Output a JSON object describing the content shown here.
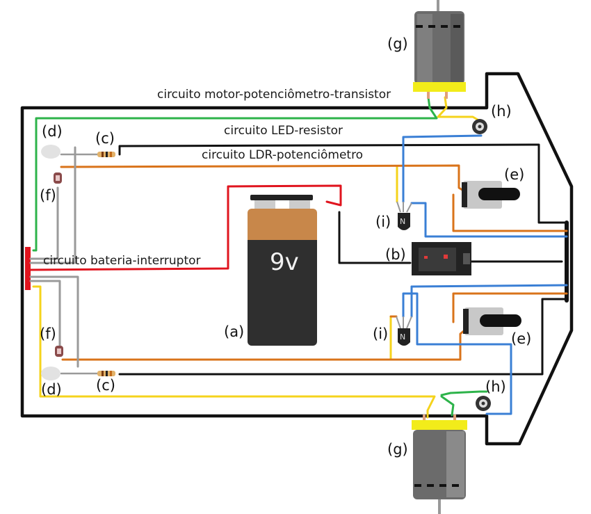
{
  "diagram": {
    "type": "wiring-diagram",
    "circuit_labels": {
      "motor": "circuito motor-potenciômetro-transistor",
      "led": "circuito LED-resistor",
      "ldr": "circuito LDR-potenciômetro",
      "battery": "circuito bateria-interruptor"
    },
    "components": {
      "battery": {
        "tag": "(a)",
        "text": "9v"
      },
      "switch": {
        "tag": "(b)"
      },
      "resistor_top": {
        "tag": "(c)"
      },
      "resistor_bottom": {
        "tag": "(c)"
      },
      "led_top": {
        "tag": "(d)"
      },
      "led_bottom": {
        "tag": "(d)"
      },
      "pot_top": {
        "tag": "(e)"
      },
      "pot_bottom": {
        "tag": "(e)"
      },
      "ldr_top": {
        "tag": "(f)"
      },
      "ldr_bottom": {
        "tag": "(f)"
      },
      "motor_top": {
        "tag": "(g)"
      },
      "motor_bottom": {
        "tag": "(g)"
      },
      "diode_top": {
        "tag": "(h)"
      },
      "diode_bottom": {
        "tag": "(h)"
      },
      "transistor_top": {
        "tag": "(i)",
        "mark": "N"
      },
      "transistor_bottom": {
        "tag": "(i)",
        "mark": "N"
      }
    },
    "wire_colors": {
      "black": "#111111",
      "green": "#2db34a",
      "yellow": "#f5d31c",
      "orange": "#d9731a",
      "blue": "#3a7fd5",
      "red": "#e0141e",
      "gray": "#9a9a9a"
    }
  }
}
